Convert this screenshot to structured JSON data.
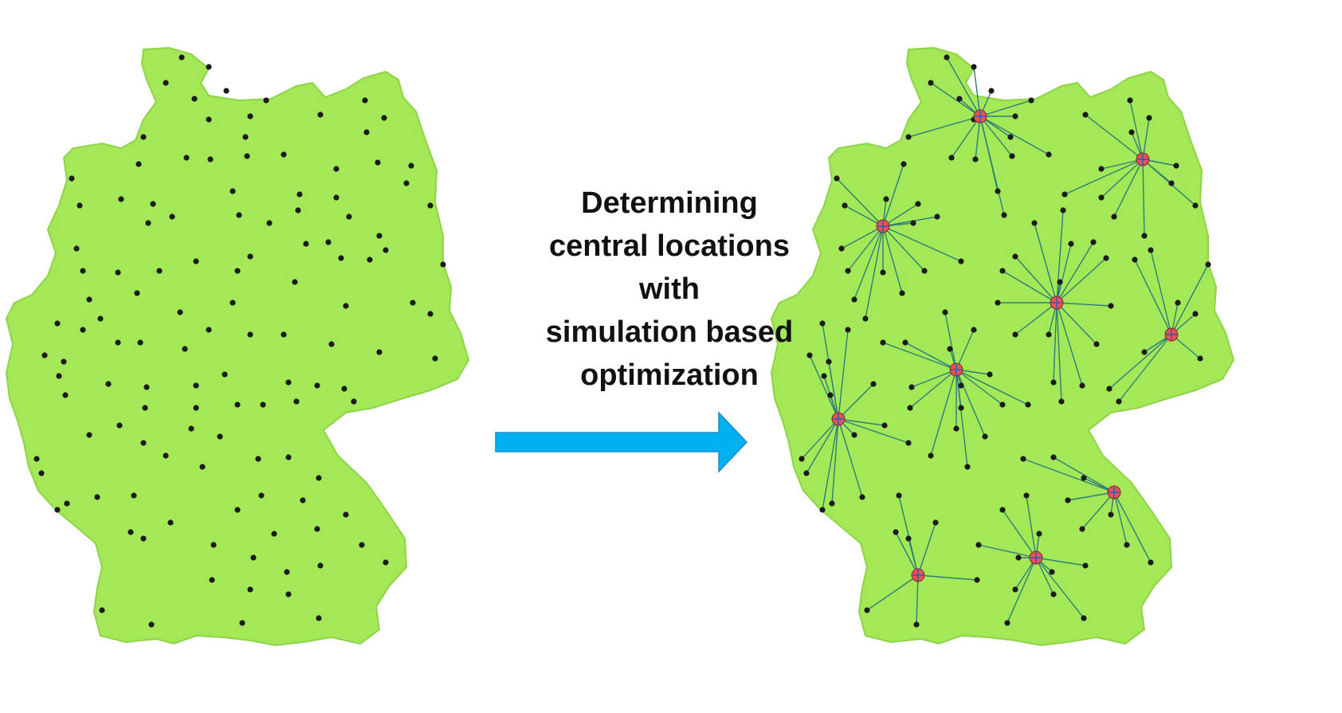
{
  "caption": {
    "lines": [
      "Determining",
      "central locations",
      "with",
      "simulation based",
      "optimization"
    ]
  },
  "colors": {
    "land": "#a3e856",
    "land_outline": "#8fd34a",
    "water": "#bfe3ef",
    "point": "#1b1b1b",
    "hub": "#e8505b",
    "hub_cross": "#3a5aa8",
    "link": "#2f7d7a",
    "arrow": "#00b0f0",
    "arrow_outline": "#1f8fc4",
    "text": "#111111"
  },
  "diagram": {
    "left_map": "candidate-locations",
    "right_map": "clustered-central-locations",
    "arrow_icon": "right-arrow-icon",
    "hub_count": 10
  }
}
